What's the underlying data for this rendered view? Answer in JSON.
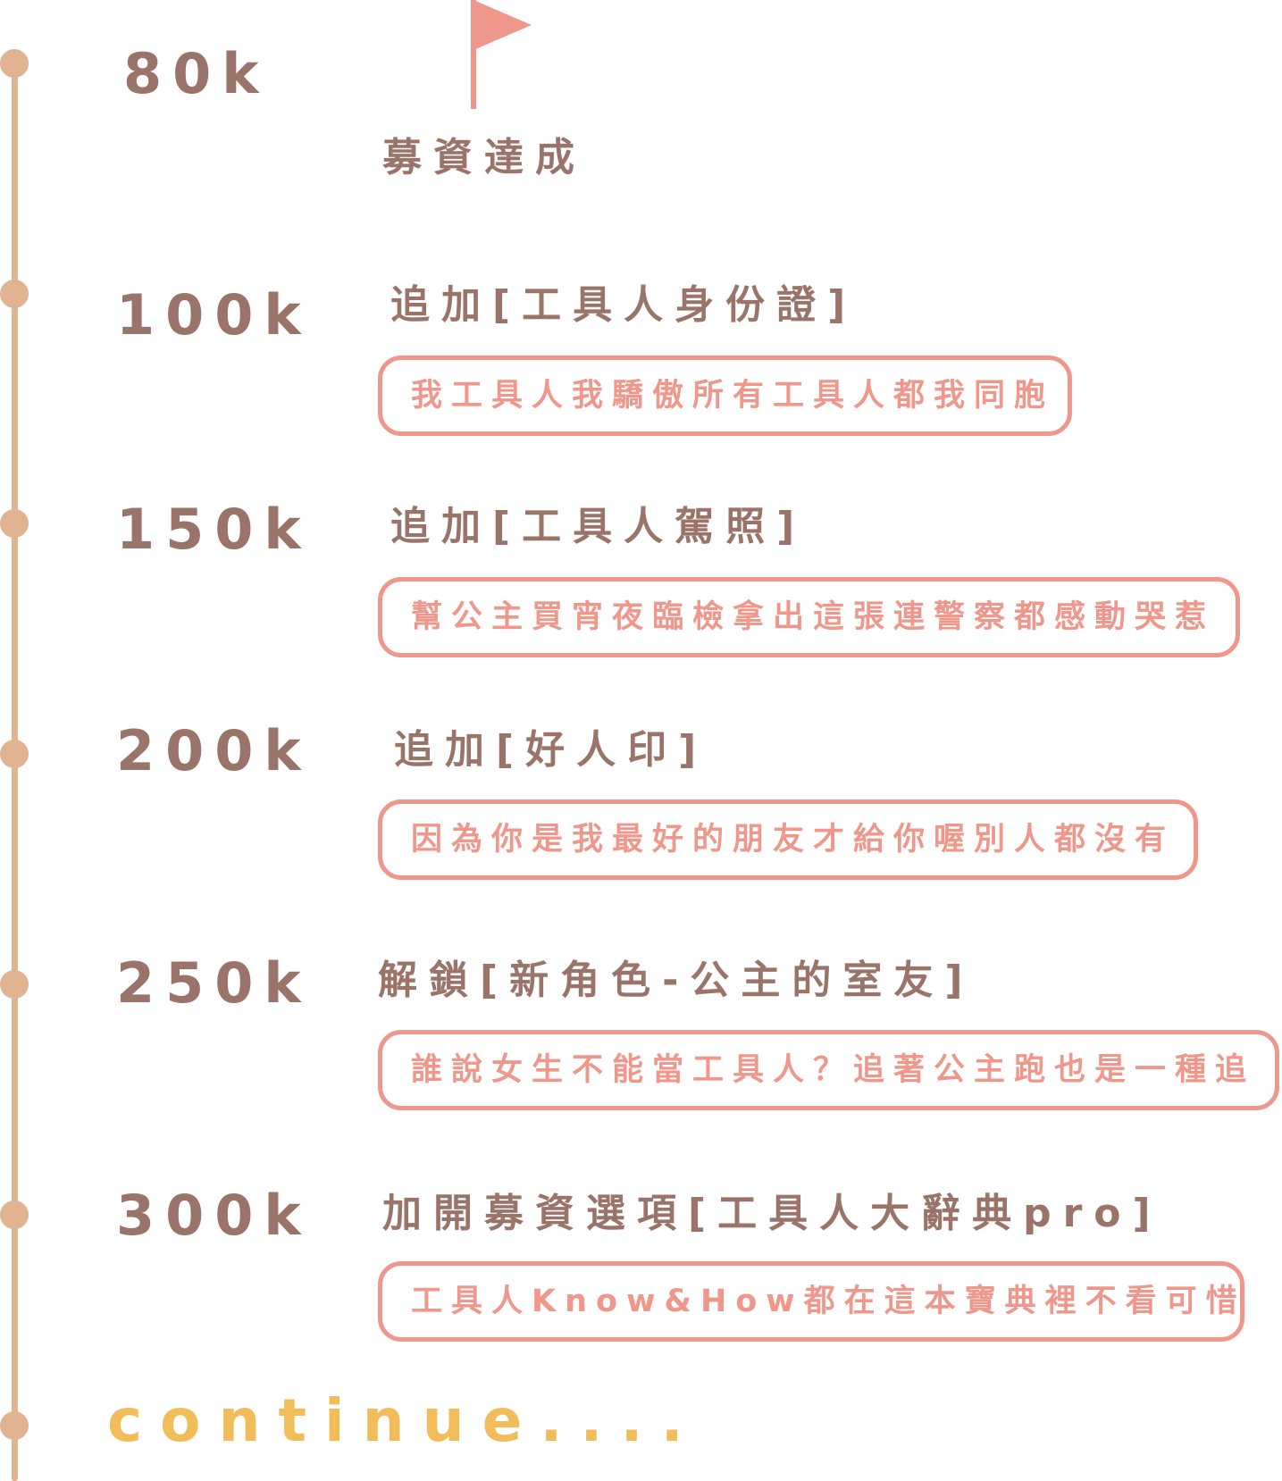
{
  "colors": {
    "timeline": "#e0b391",
    "amount_text": "#9a7468",
    "accent": "#ef978a",
    "continue_text": "#f1bd5b",
    "background": "#ffffff"
  },
  "milestones": [
    {
      "amount": "80k",
      "title": "募資達成",
      "icon": "flag-icon"
    },
    {
      "amount": "100k",
      "title": "追加[工具人身份證]",
      "description": "我工具人我驕傲所有工具人都我同胞"
    },
    {
      "amount": "150k",
      "title": "追加[工具人駕照]",
      "description": "幫公主買宵夜臨檢拿出這張連警察都感動哭惹"
    },
    {
      "amount": "200k",
      "title": "追加[好人印]",
      "description": "因為你是我最好的朋友才給你喔別人都沒有"
    },
    {
      "amount": "250k",
      "title": "解鎖[新角色-公主的室友]",
      "description": "誰說女生不能當工具人？追著公主跑也是一種追"
    },
    {
      "amount": "300k",
      "title": "加開募資選項[工具人大辭典pro]",
      "description": "工具人Know&How都在這本寶典裡不看可惜"
    }
  ],
  "footer": {
    "continue_label": "continue...."
  }
}
